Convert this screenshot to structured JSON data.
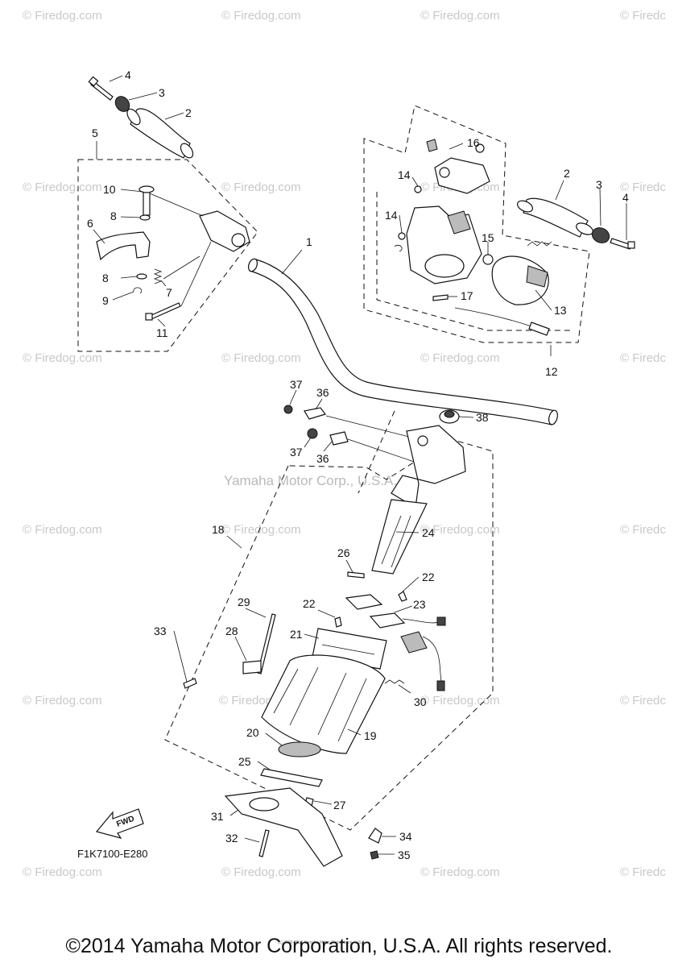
{
  "watermark": {
    "text": "© Firedog.com",
    "partial_text": "© Firedc",
    "center_text": "Yamaha Motor Corp., U.S.A."
  },
  "diagram": {
    "reference_code": "F1K7100-E280",
    "fwd_label": "FWD",
    "tiny_note": "(c) 2000-2016 Yamaha Motor Corporation, U.S.A.",
    "callouts": [
      "1",
      "2",
      "3",
      "4",
      "5",
      "6",
      "7",
      "8",
      "9",
      "10",
      "11",
      "12",
      "13",
      "14",
      "15",
      "16",
      "17",
      "18",
      "19",
      "20",
      "21",
      "22",
      "23",
      "24",
      "25",
      "26",
      "27",
      "28",
      "29",
      "30",
      "31",
      "32",
      "33",
      "34",
      "35",
      "36",
      "37",
      "38"
    ]
  },
  "footer": {
    "copyright": "©2014 Yamaha Motor Corporation, U.S.A. All rights reserved."
  },
  "colors": {
    "line": "#111111",
    "watermark": "#c8c8c8",
    "background": "#ffffff"
  }
}
